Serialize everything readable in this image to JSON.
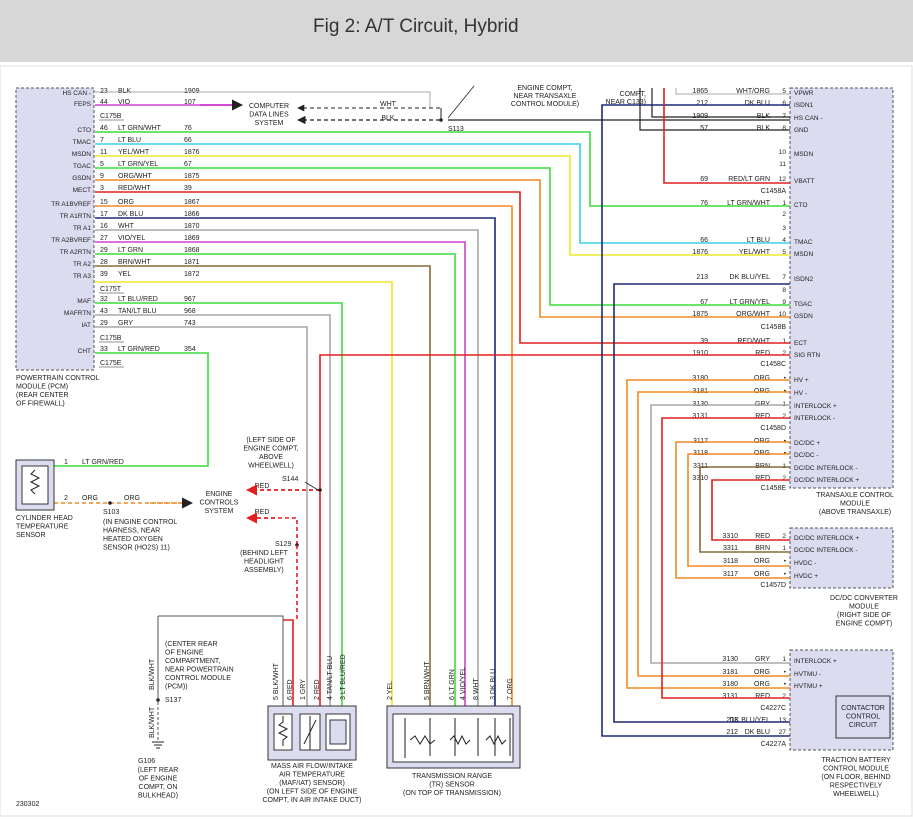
{
  "title": "Fig 2: A/T Circuit, Hybrid",
  "figure_id": "230302",
  "colors": {
    "module_fill": "#dcdcf0",
    "green": "#3ddc3d",
    "blue": "#1b2a7a",
    "cyan": "#38d0e8",
    "yellow": "#eaea2a",
    "orange": "#f08a24",
    "red": "#e02020",
    "violet": "#d040d0",
    "gray": "#a8a8a8",
    "brown": "#8c6a3a",
    "black": "#222222",
    "darkblue_white": "#2a3a8a"
  },
  "pcm": {
    "label_lines": [
      "POWERTRAIN CONTROL",
      "MODULE (PCM)",
      "(REAR CENTER",
      "OF FIREWALL)"
    ],
    "rows": [
      {
        "pin": "HS CAN -",
        "num": "23",
        "wire": "BLK",
        "circuit": "1909"
      },
      {
        "pin": "FEPS",
        "num": "44",
        "wire": "VIO",
        "circuit": "107"
      },
      {
        "pin": "CTO",
        "num": "46",
        "wire": "LT GRN/WHT",
        "circuit": "76"
      },
      {
        "pin": "TMAC",
        "num": "7",
        "wire": "LT BLU",
        "circuit": "66"
      },
      {
        "pin": "MSDN",
        "num": "11",
        "wire": "YEL/WHT",
        "circuit": "1876"
      },
      {
        "pin": "TGAC",
        "num": "5",
        "wire": "LT GRN/YEL",
        "circuit": "67"
      },
      {
        "pin": "GSDN",
        "num": "9",
        "wire": "ORG/WHT",
        "circuit": "1875"
      },
      {
        "pin": "MECT",
        "num": "3",
        "wire": "RED/WHT",
        "circuit": "39"
      },
      {
        "pin": "TR A1BVREF",
        "num": "15",
        "wire": "ORG",
        "circuit": "1867"
      },
      {
        "pin": "TR A1RTN",
        "num": "17",
        "wire": "DK BLU",
        "circuit": "1866"
      },
      {
        "pin": "TR A1",
        "num": "16",
        "wire": "WHT",
        "circuit": "1870"
      },
      {
        "pin": "TR A2BVREF",
        "num": "27",
        "wire": "VIO/YEL",
        "circuit": "1869"
      },
      {
        "pin": "TR A2RTN",
        "num": "29",
        "wire": "LT GRN",
        "circuit": "1868"
      },
      {
        "pin": "TR A2",
        "num": "28",
        "wire": "BRN/WHT",
        "circuit": "1871"
      },
      {
        "pin": "TR A3",
        "num": "39",
        "wire": "YEL",
        "circuit": "1872"
      },
      {
        "pin": "MAF",
        "num": "32",
        "wire": "LT BLU/RED",
        "circuit": "967"
      },
      {
        "pin": "MAFRTN",
        "num": "43",
        "wire": "TAN/LT BLU",
        "circuit": "968"
      },
      {
        "pin": "IAT",
        "num": "29",
        "wire": "GRY",
        "circuit": "743"
      },
      {
        "pin": "CHT",
        "num": "33",
        "wire": "LT GRN/RED",
        "circuit": "354"
      }
    ],
    "connectors": [
      "C175B",
      "C175B",
      "C175T",
      "C175B",
      "C175E"
    ]
  },
  "tcm": {
    "label_lines": [
      "TRANSAXLE CONTROL",
      "MODULE",
      "(ABOVE TRANSAXLE)"
    ],
    "connectors": [
      "C1458A",
      "C1458B",
      "C1458C",
      "C1458D",
      "C1458E"
    ],
    "rows": [
      {
        "circuit": "1865",
        "wire": "WHT/ORG",
        "num": "5",
        "pin": "VPWR"
      },
      {
        "circuit": "212",
        "wire": "DK BLU",
        "num": "6",
        "pin": "ISDN1"
      },
      {
        "circuit": "1909",
        "wire": "BLK",
        "num": "7",
        "pin": "HS CAN -"
      },
      {
        "circuit": "57",
        "wire": "BLK",
        "num": "8",
        "pin": "GND"
      },
      {
        "circuit": "",
        "wire": "",
        "num": "10",
        "pin": "MSDN"
      },
      {
        "circuit": "",
        "wire": "",
        "num": "11",
        "pin": ""
      },
      {
        "circuit": "69",
        "wire": "RED/LT GRN",
        "num": "12",
        "pin": "VBATT"
      },
      {
        "circuit": "76",
        "wire": "LT GRN/WHT",
        "num": "1",
        "pin": "CTO"
      },
      {
        "circuit": "",
        "wire": "",
        "num": "2",
        "pin": ""
      },
      {
        "circuit": "",
        "wire": "",
        "num": "3",
        "pin": ""
      },
      {
        "circuit": "66",
        "wire": "LT BLU",
        "num": "4",
        "pin": "TMAC"
      },
      {
        "circuit": "1876",
        "wire": "YEL/WHT",
        "num": "5",
        "pin": "MSDN"
      },
      {
        "circuit": "213",
        "wire": "DK BLU/YEL",
        "num": "7",
        "pin": "ISDN2"
      },
      {
        "circuit": "",
        "wire": "",
        "num": "8",
        "pin": ""
      },
      {
        "circuit": "67",
        "wire": "LT GRN/YEL",
        "num": "9",
        "pin": "TGAC"
      },
      {
        "circuit": "1875",
        "wire": "ORG/WHT",
        "num": "10",
        "pin": "GSDN"
      },
      {
        "circuit": "39",
        "wire": "RED/WHT",
        "num": "1",
        "pin": "ECT"
      },
      {
        "circuit": "1910",
        "wire": "RED",
        "num": "2",
        "pin": "SIG RTN"
      },
      {
        "circuit": "3180",
        "wire": "ORG",
        "num": "",
        "pin": "HV +"
      },
      {
        "circuit": "3181",
        "wire": "ORG",
        "num": "",
        "pin": "HV -"
      },
      {
        "circuit": "3130",
        "wire": "GRY",
        "num": "1",
        "pin": "INTERLOCK +"
      },
      {
        "circuit": "3131",
        "wire": "RED",
        "num": "2",
        "pin": "INTERLOCK -"
      },
      {
        "circuit": "3117",
        "wire": "ORG",
        "num": "",
        "pin": "DC/DC +"
      },
      {
        "circuit": "3118",
        "wire": "ORG",
        "num": "",
        "pin": "DC/DC -"
      },
      {
        "circuit": "3311",
        "wire": "BRN",
        "num": "1",
        "pin": "DC/DC INTERLOCK -"
      },
      {
        "circuit": "3310",
        "wire": "RED",
        "num": "2",
        "pin": "DC/DC INTERLOCK +"
      }
    ],
    "top_notes": {
      "compt": "COMPT,",
      "near": "NEAR C133)",
      "engine_compt": "ENGINE COMPT,",
      "near_transaxle": "NEAR TRANSAXLE",
      "control_module": "CONTROL MODULE)"
    }
  },
  "dcdc": {
    "label_lines": [
      "DC/DC CONVERTER",
      "MODULE",
      "(RIGHT SIDE OF",
      "ENGINE COMPT)"
    ],
    "connector": "C1457D",
    "rows": [
      {
        "circuit": "3310",
        "wire": "RED",
        "num": "2",
        "pin": "DC/DC INTERLOCK +"
      },
      {
        "circuit": "3311",
        "wire": "BRN",
        "num": "1",
        "pin": "DC/DC INTERLOCK -"
      },
      {
        "circuit": "3118",
        "wire": "ORG",
        "num": "",
        "pin": "HVDC -"
      },
      {
        "circuit": "3117",
        "wire": "ORG",
        "num": "",
        "pin": "HVDC +"
      }
    ]
  },
  "bcm": {
    "label_lines": [
      "TRACTION BATTERY",
      "CONTROL MODULE",
      "(ON FLOOR, BEHIND",
      "RESPECTIVELY",
      "WHEELWELL)"
    ],
    "contactor_lines": [
      "CONTACTOR",
      "CONTROL",
      "CIRCUIT"
    ],
    "connectors": [
      "C4227C",
      "C4227A"
    ],
    "rows": [
      {
        "circuit": "3130",
        "wire": "GRY",
        "num": "1",
        "pin": "INTERLOCK +"
      },
      {
        "circuit": "3181",
        "wire": "ORG",
        "num": "",
        "pin": "HVTMU -"
      },
      {
        "circuit": "3180",
        "wire": "ORG",
        "num": "",
        "pin": "HVTMU +"
      },
      {
        "circuit": "3131",
        "wire": "RED",
        "num": "2",
        "pin": ""
      },
      {
        "circuit": "213",
        "wire": "DK BLU/YEL",
        "num": "13",
        "pin": ""
      },
      {
        "circuit": "212",
        "wire": "DK BLU",
        "num": "27",
        "pin": ""
      }
    ]
  },
  "data_lines": {
    "lines": [
      "COMPUTER",
      "DATA LINES",
      "SYSTEM"
    ],
    "wht": "WHT",
    "blk": "BLK",
    "splice": "S113"
  },
  "cht_sensor": {
    "label_lines": [
      "CYLINDER HEAD",
      "TEMPERATURE",
      "SENSOR"
    ],
    "wire1_num": "1",
    "wire1": "LT GRN/RED",
    "wire2_num": "2",
    "wire2a": "ORG",
    "wire2b": "ORG",
    "splice": "S103",
    "splice_note": [
      "(IN ENGINE CONTROL",
      "HARNESS, NEAR",
      "HEATED OXYGEN",
      "SENSOR (HO2S) 11)"
    ]
  },
  "engine_controls": {
    "lines": [
      "ENGINE",
      "CONTROLS",
      "SYSTEM"
    ],
    "red1": "RED",
    "red2": "RED",
    "s144": "S144",
    "s144_note": [
      "(LEFT SIDE OF",
      "ENGINE COMPT,",
      "ABOVE",
      "WHEELWELL)"
    ],
    "s129": "S129",
    "s129_note": [
      "(BEHIND LEFT",
      "HEADLIGHT",
      "ASSEMBLY)"
    ]
  },
  "ground": {
    "note": [
      "(CENTER REAR",
      "OF ENGINE",
      "COMPARTMENT,",
      "NEAR POWERTRAIN",
      "CONTROL MODULE",
      "(PCM))"
    ],
    "s137": "S137",
    "wire": "BLK/WHT",
    "g106": "G106",
    "g106_note": [
      "(LEFT REAR",
      "OF ENGINE",
      "COMPT, ON",
      "BULKHEAD)"
    ]
  },
  "maf": {
    "label_lines": [
      "MASS AIR FLOW/INTAKE",
      "AIR TEMPERATURE",
      "(MAF/IAT) SENSOR)",
      "(ON LEFT SIDE OF ENGINE",
      "COMPT, IN AIR INTAKE DUCT)"
    ],
    "pins": [
      {
        "num": "5",
        "wire": "BLK/WHT"
      },
      {
        "num": "6",
        "wire": "RED"
      },
      {
        "num": "1",
        "wire": "GRY"
      },
      {
        "num": "2",
        "wire": "RED"
      },
      {
        "num": "4",
        "wire": "TAN/LT BLU"
      },
      {
        "num": "3",
        "wire": "LT BLU/RED"
      }
    ]
  },
  "tr": {
    "label_lines": [
      "TRANSMISSION RANGE",
      "(TR) SENSOR",
      "(ON TOP OF TRANSMISSION)"
    ],
    "pins": [
      {
        "num": "2",
        "wire": "YEL"
      },
      {
        "num": "5",
        "wire": "BRN/WHT"
      },
      {
        "num": "6",
        "wire": "LT GRN"
      },
      {
        "num": "4",
        "wire": "VIO/YEL"
      },
      {
        "num": "8",
        "wire": "WHT"
      },
      {
        "num": "3",
        "wire": "DK BLU"
      },
      {
        "num": "7",
        "wire": "ORG"
      }
    ]
  }
}
